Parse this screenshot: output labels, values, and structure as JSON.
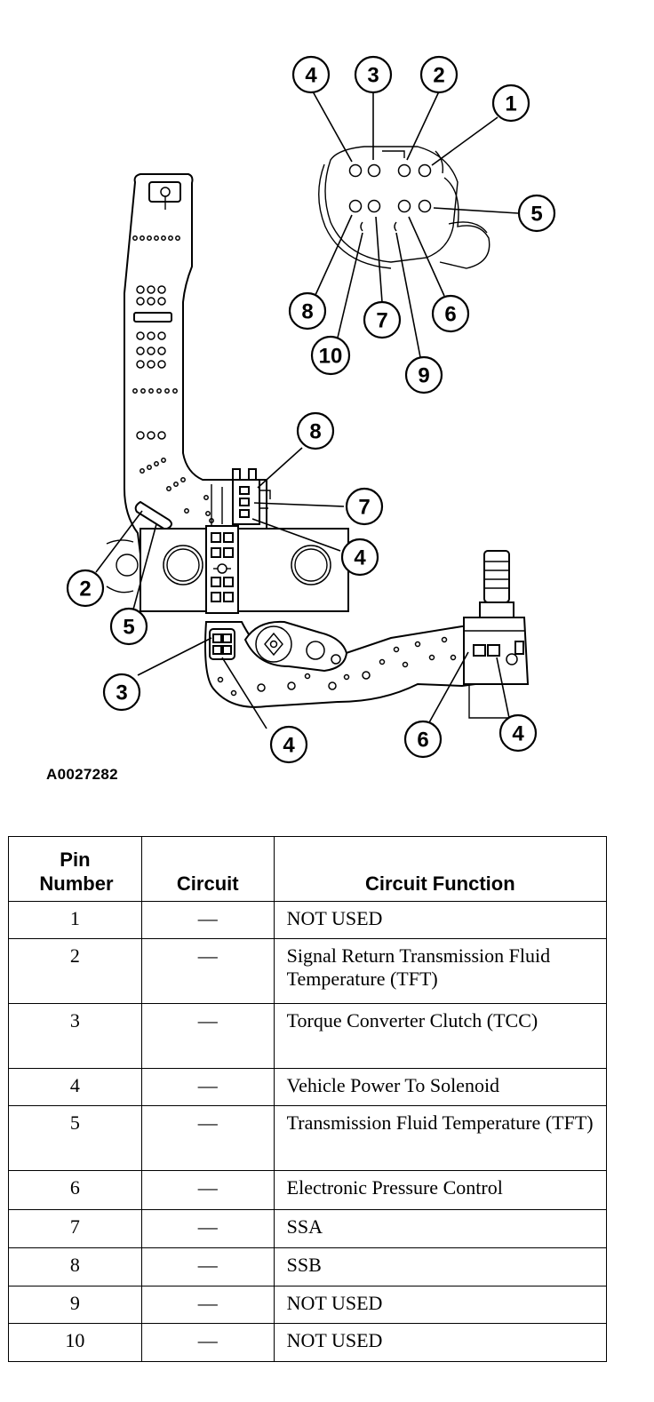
{
  "figure_id": "A0027282",
  "callouts": {
    "connector": [
      "4",
      "3",
      "2",
      "1",
      "5",
      "8",
      "7",
      "6",
      "10",
      "9"
    ],
    "harness": [
      "8",
      "7",
      "4",
      "2",
      "5",
      "3",
      "4",
      "6",
      "4"
    ]
  },
  "table": {
    "headers": {
      "pin": "Pin Number",
      "circuit": "Circuit",
      "function": "Circuit Function"
    },
    "rows": [
      {
        "pin": "1",
        "circuit": "—",
        "function": "NOT USED"
      },
      {
        "pin": "2",
        "circuit": "—",
        "function": "Signal Return Transmission Fluid Temperature (TFT)"
      },
      {
        "pin": "3",
        "circuit": "—",
        "function": "Torque Converter Clutch (TCC)"
      },
      {
        "pin": "4",
        "circuit": "—",
        "function": "Vehicle Power To Solenoid"
      },
      {
        "pin": "5",
        "circuit": "—",
        "function": "Transmission Fluid Temperature (TFT)"
      },
      {
        "pin": "6",
        "circuit": "—",
        "function": "Electronic Pressure Control"
      },
      {
        "pin": "7",
        "circuit": "—",
        "function": "SSA"
      },
      {
        "pin": "8",
        "circuit": "—",
        "function": "SSB"
      },
      {
        "pin": "9",
        "circuit": "—",
        "function": "NOT USED"
      },
      {
        "pin": "10",
        "circuit": "—",
        "function": "NOT USED"
      }
    ]
  }
}
